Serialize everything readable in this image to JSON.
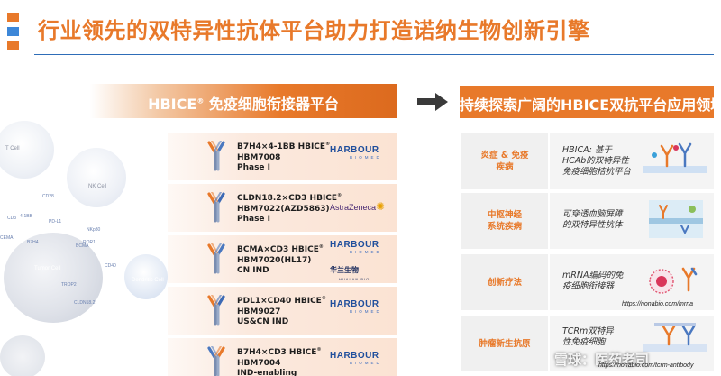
{
  "header": {
    "title": "行业领先的双特异性抗体平台助力打造诺纳生物创新引擎",
    "bar_colors": [
      "#e8792a",
      "#3d87d8",
      "#e8792a"
    ]
  },
  "left_panel": {
    "title": "HBICE",
    "title_reg": "®",
    "title_suffix": " 免疫细胞衔接器平台",
    "cell_labels": {
      "t_cell": "T Cell",
      "nk_cell": "NK Cell",
      "tumor_cell": "Tumor Cell",
      "dendritic_cell": "Dendritic Cell"
    },
    "molecules": [
      "CD28",
      "CD3",
      "4-1BB",
      "PD-L1",
      "B7H4",
      "NKp30",
      "CEMA",
      "BCMA",
      "ROR1",
      "TROP2",
      "CLDN18.2",
      "CD40"
    ],
    "products": [
      {
        "line1": "B7H4×4-1BB HBICE",
        "reg": "®",
        "line2": "HBM7008",
        "line3": "Phase I",
        "partner": "harbour",
        "logo1": "HARBOUR",
        "logo2": "BIOMED"
      },
      {
        "line1": "CLDN18.2×CD3 HBICE",
        "reg": "®",
        "line2": "HBM7022(AZD5863)",
        "line3": "Phase I",
        "partner": "astrazeneca",
        "logo1": "AstraZeneca"
      },
      {
        "line1": "BCMA×CD3 HBICE",
        "reg": "®",
        "line2": "HBM7020(HL17)",
        "line3": "CN IND",
        "partner": "harbour_hualan",
        "logo1": "HARBOUR",
        "logo2": "BIOMED",
        "logo3": "华兰生物",
        "logo4": "HUALAN BIO"
      },
      {
        "line1": "PDL1×CD40 HBICE",
        "reg": "®",
        "line2": "HBM9027",
        "line3": "US&CN IND",
        "partner": "harbour",
        "logo1": "HARBOUR",
        "logo2": "BIOMED"
      },
      {
        "line1": "B7H4×CD3 HBICE",
        "reg": "®",
        "line2": "HBM7004",
        "line3": "IND-enabling",
        "partner": "harbour",
        "logo1": "HARBOUR",
        "logo2": "BIOMED"
      }
    ]
  },
  "right_panel": {
    "title": "持续探索广阔的HBICE双抗平台应用领域",
    "applications": [
      {
        "cat1": "炎症 & 免疫",
        "cat2": "疾病",
        "d1": "HBICA: 基于",
        "d2": "HCAb的双特异性",
        "d3": "免疫细胞拮抗平台",
        "url": ""
      },
      {
        "cat1": "中枢神经",
        "cat2": "系统疾病",
        "d1": "可穿透血脑屏障",
        "d2": "的双特异性抗体",
        "d3": "",
        "url": ""
      },
      {
        "cat1": "创新疗法",
        "cat2": "",
        "d1": "mRNA编码的免",
        "d2": "疫细胞衔接器",
        "d3": "",
        "url": "https://nonabio.com/mrna"
      },
      {
        "cat1": "肿瘤新生抗原",
        "cat2": "",
        "d1": "TCRm双特异",
        "d2": "性免疫细胞",
        "d3": "",
        "url": "https://nonabio.com/tcrm-antibody"
      }
    ]
  },
  "watermark": "雪球：医药老司",
  "colors": {
    "accent": "#e8792a",
    "blue": "#2e6db8",
    "harbour": "#1f4e9c"
  }
}
